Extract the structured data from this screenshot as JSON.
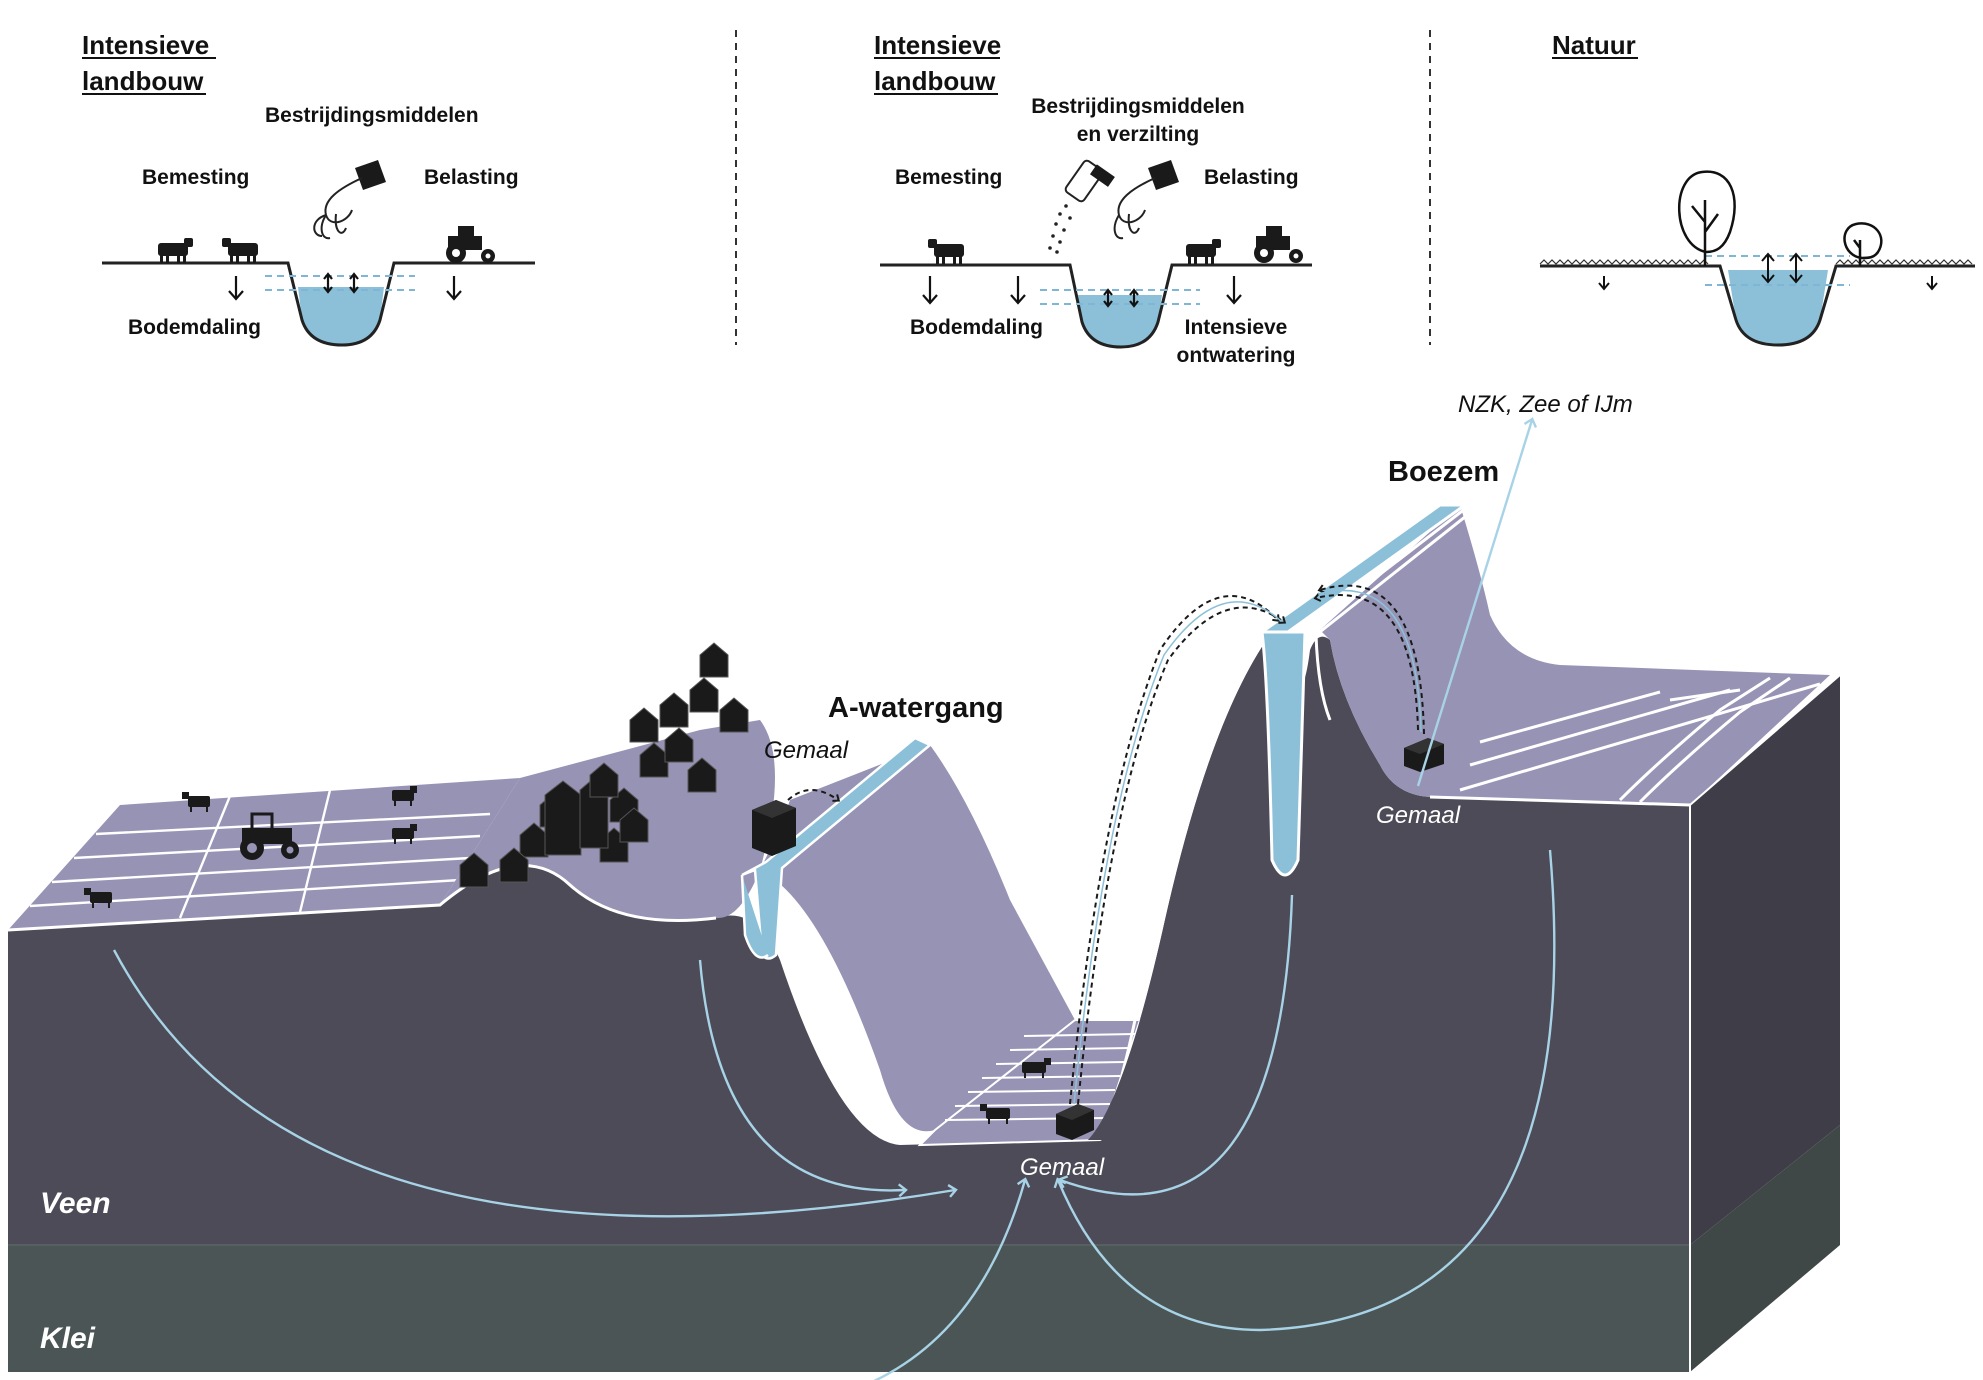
{
  "panels": {
    "panel1": {
      "title_line1": "Intensieve",
      "title_line2": "landbouw",
      "label_top": "Bestrijdingsmiddelen",
      "label_left": "Bemesting",
      "label_right": "Belasting",
      "label_bottom": "Bodemdaling"
    },
    "panel2": {
      "title_line1": "Intensieve",
      "title_line2": "landbouw",
      "label_top_line1": "Bestrijdingsmiddelen",
      "label_top_line2": "en verzilting",
      "label_left": "Bemesting",
      "label_right": "Belasting",
      "label_bottom_left": "Bodemdaling",
      "label_bottom_right_line1": "Intensieve",
      "label_bottom_right_line2": "ontwatering"
    },
    "panel3": {
      "title": "Natuur"
    }
  },
  "landscape": {
    "outflow_label": "NZK, Zee of IJm",
    "boezem_label": "Boezem",
    "a_watergang_label": "A-watergang",
    "gemaal_left": "Gemaal",
    "gemaal_right": "Gemaal",
    "gemaal_bottom": "Gemaal",
    "soil_layer_top": "Veen",
    "soil_layer_bottom": "Klei"
  },
  "colors": {
    "surface": "#9793b5",
    "soil_veen": "#4c4b57",
    "soil_veen_side": "#3e3d48",
    "soil_klei": "#4b5555",
    "soil_klei_side": "#3f4747",
    "water": "#8cc0d8",
    "flow_line": "#a8d3e6"
  }
}
